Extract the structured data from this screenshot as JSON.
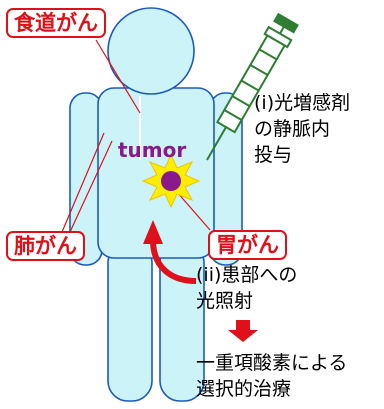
{
  "labels": {
    "esophageal": "食道がん",
    "lung": "肺がん",
    "stomach": "胃がん",
    "tumor": "tumor"
  },
  "annotations": {
    "step_i": "(i)光増感剤\nの静脈内\n投与",
    "step_ii": "(ii)患部への\n光照射",
    "result": "一重項酸素による\n選択的治療"
  },
  "colors": {
    "body_fill": "#ccf3f8",
    "body_stroke": "#1b5bbd",
    "label_red": "#e0101a",
    "tumor_purple": "#8a1a8a",
    "glow_yellow": "#ffee00",
    "syringe_green": "#2e7d32"
  }
}
